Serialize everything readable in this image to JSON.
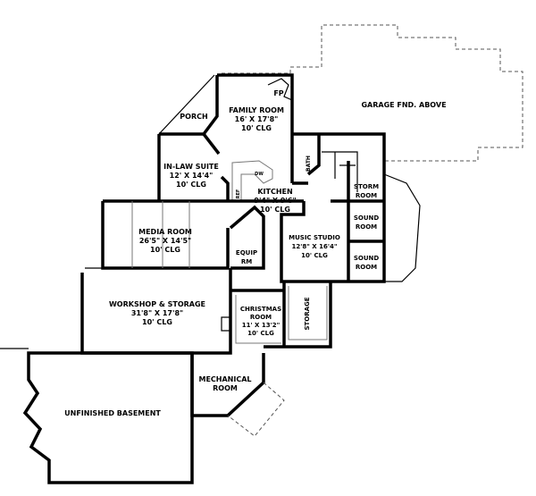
{
  "rooms": {
    "garage": {
      "name": "GARAGE FND. ABOVE"
    },
    "family_room": {
      "name": "FAMILY ROOM",
      "size": "16' X 17'8\"",
      "ceiling": "10' CLG"
    },
    "fireplace": {
      "name": "FP"
    },
    "porch": {
      "name": "PORCH"
    },
    "in_law_suite": {
      "name": "IN-LAW SUITE",
      "size": "12' X 14'4\"",
      "ceiling": "10' CLG"
    },
    "kitchen": {
      "name": "KITCHEN",
      "size": "9'4\" X 9'6\"",
      "ceiling": "10' CLG"
    },
    "bath": {
      "name": "BATH"
    },
    "refrigerator": {
      "name": "REF"
    },
    "dishwasher": {
      "name": "DW"
    },
    "storm_room": {
      "name": "STORM",
      "name2": "ROOM"
    },
    "media_room": {
      "name": "MEDIA ROOM",
      "size": "26'5\" X 14'5\"",
      "ceiling": "10' CLG"
    },
    "equip_room": {
      "name": "EQUIP",
      "name2": "RM"
    },
    "music_studio": {
      "name": "MUSIC STUDIO",
      "size": "12'8\" X 16'4\"",
      "ceiling": "10' CLG"
    },
    "sound_room_1": {
      "name": "SOUND",
      "name2": "ROOM"
    },
    "sound_room_2": {
      "name": "SOUND",
      "name2": "ROOM"
    },
    "workshop": {
      "name": "WORKSHOP & STORAGE",
      "size": "31'8\" X 17'8\"",
      "ceiling": "10' CLG"
    },
    "christmas_room": {
      "name": "CHRISTMAS",
      "name2": "ROOM",
      "size": "11' X 13'2\"",
      "ceiling": "10' CLG"
    },
    "storage": {
      "name": "STORAGE"
    },
    "mechanical_room": {
      "name": "MECHANICAL",
      "name2": "ROOM"
    },
    "unfinished_basement": {
      "name": "UNFINISHED BASEMENT"
    }
  }
}
